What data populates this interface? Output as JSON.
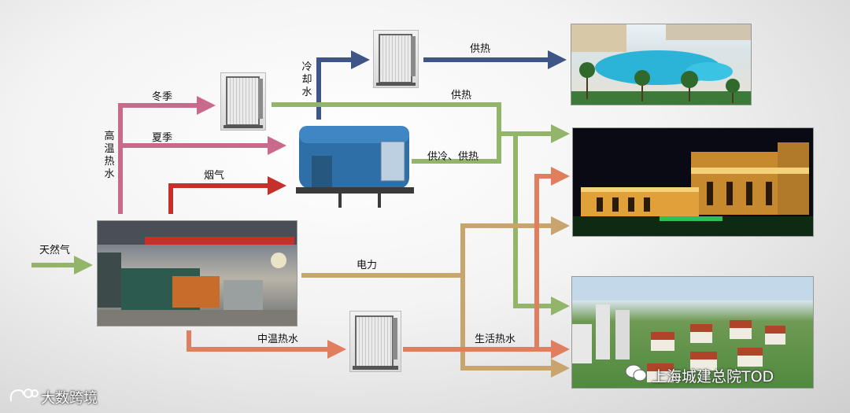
{
  "labels": {
    "natural_gas": "天然气",
    "high_temp_water": "高温热水",
    "winter": "冬季",
    "summer": "夏季",
    "flue_gas": "烟气",
    "cooling_water": "冷却水",
    "heat_supply_1": "供热",
    "heat_supply_2": "供热",
    "cooling_heating": "供冷、供热",
    "electricity": "电力",
    "medium_temp_water": "中温热水",
    "domestic_hot_water": "生活热水"
  },
  "watermarks": {
    "wechat": "上海城建总院TOD",
    "logo": "大数跨境"
  },
  "colors": {
    "green": "#93b56a",
    "pink": "#c96a8c",
    "red": "#c5302a",
    "navy": "#3e5585",
    "tan": "#c9a56e",
    "salmon": "#e07e5e"
  }
}
